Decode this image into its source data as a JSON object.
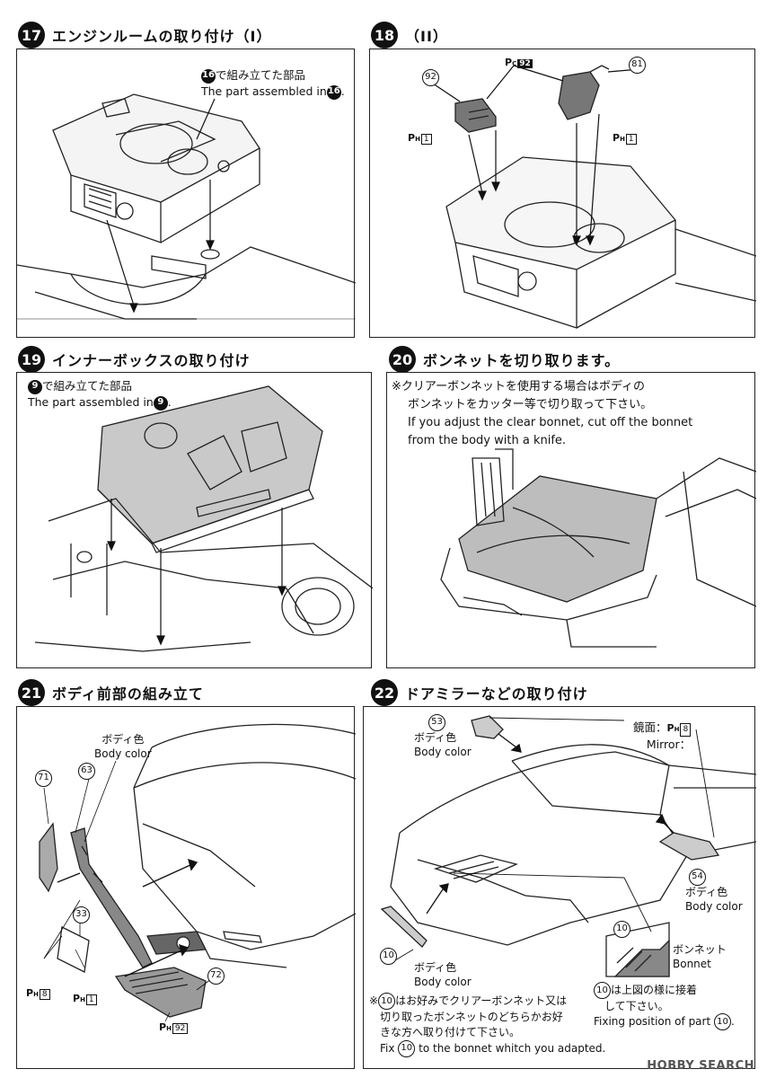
{
  "steps": {
    "s17": {
      "num": "17",
      "title": "エンジンルームの取り付け（I）"
    },
    "s18": {
      "num": "18",
      "title": "（II）"
    },
    "s19": {
      "num": "19",
      "title": "インナーボックスの取り付け"
    },
    "s20": {
      "num": "20",
      "title": "ボンネットを切り取ります。"
    },
    "s21": {
      "num": "21",
      "title": "ボディ前部の組み立て"
    },
    "s22": {
      "num": "22",
      "title": "ドアミラーなどの取り付け"
    }
  },
  "p17": {
    "ref": "16",
    "jp": "で組み立てた部品",
    "en": "The part assembled in"
  },
  "p18": {
    "part92": "92",
    "part81": "81",
    "tag_pc": "92",
    "tag_ph1": "1",
    "tag_ph2": "1"
  },
  "p19": {
    "ref": "9",
    "jp": "で組み立てた部品",
    "en": "The part assembled in"
  },
  "p20": {
    "line1": "※クリアーボンネットを使用する場合はボディの",
    "line2": "ボンネットをカッター等で切り取って下さい。",
    "line3": "If you adjust the clear bonnet, cut off the bonnet",
    "line4": "from the body with a knife."
  },
  "p21": {
    "body_jp": "ボディ色",
    "body_en": "Body color",
    "part71": "71",
    "part63": "63",
    "part33": "33",
    "part72": "72",
    "tag_ph8": "8",
    "tag_ph1": "1",
    "tag_ph92": "92"
  },
  "p22": {
    "part53": "53",
    "part53_jp": "ボディ色",
    "part53_en": "Body color",
    "mirror_jp": "鏡面：",
    "mirror_en": "Mirror：",
    "tag_ph8": "8",
    "part54": "54",
    "part54_jp": "ボディ色",
    "part54_en": "Body color",
    "part10": "10",
    "part10_jp": "ボディ色",
    "part10_en": "Body color",
    "inset_num": "10",
    "inset_jp": "ボンネット",
    "inset_en": "Bonnet",
    "fix_jp1": "は上図の様に接着",
    "fix_jp2": "して下さい。",
    "fix_en": "Fixing position of part",
    "note1": "はお好みでクリアーボンネット又は",
    "note2": "切り取ったボンネットのどちらかお好",
    "note3": "きな方へ取り付けて下さい。",
    "note4a": "Fix",
    "note4b": "to the bonnet whitch you adapted."
  },
  "watermark": "HOBBY SEARCH"
}
